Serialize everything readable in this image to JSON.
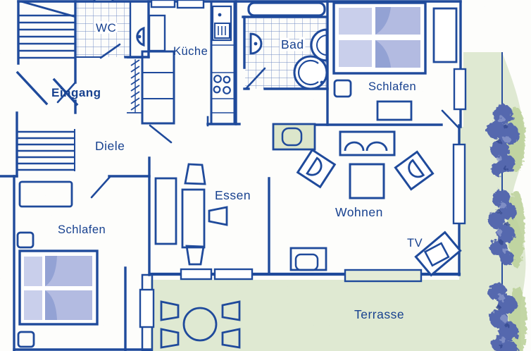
{
  "labels": {
    "entrance": "Eingang",
    "wc": "WC",
    "kitchen": "Küche",
    "bath": "Bad",
    "bedroom_top": "Schlafen",
    "hall": "Diele",
    "bedroom_left": "Schlafen",
    "dining": "Essen",
    "living": "Wohnen",
    "tv": "TV",
    "terrace": "Terrasse"
  },
  "colors": {
    "line": "#1f4a9b",
    "text": "#17418f",
    "bed_blanket": "#b3bbe1",
    "bed_pillow": "#c9cfeb",
    "bed_fold": "#93a2d4",
    "green_light": "#dfe9d2",
    "green_dark": "#bdd29c",
    "bush": "#5568ae",
    "bush_light": "#8d9bcd",
    "sideboard": "#dce6cb",
    "window_green": "#e4ecd7",
    "paper": "#fdfdfb"
  }
}
